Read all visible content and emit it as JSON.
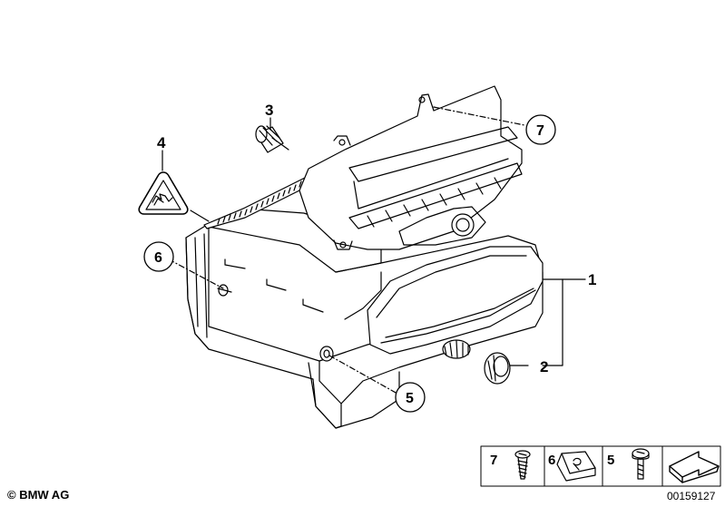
{
  "callouts": {
    "part_1": "1",
    "part_2": "2",
    "part_3": "3",
    "part_4": "4",
    "part_5": "5",
    "part_6": "6",
    "part_7": "7"
  },
  "legend": {
    "item_7": "7",
    "item_6": "6",
    "item_5": "5"
  },
  "footer": {
    "copyright": "© BMW AG",
    "diagram_number": "00159127"
  },
  "icons": [
    "warning-triangle-icon",
    "screw-icon",
    "clip-nut-icon",
    "bolt-icon",
    "installation-arrow-icon"
  ]
}
